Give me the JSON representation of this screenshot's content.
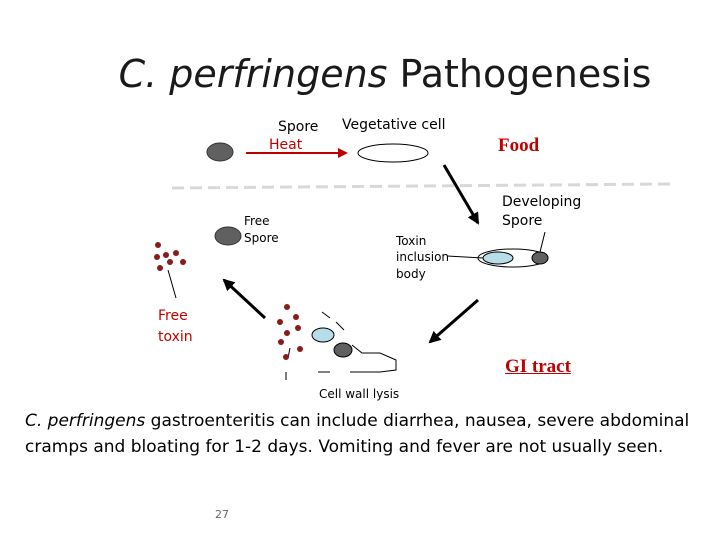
{
  "slide": {
    "title_italic": "C. perfringens",
    "title_rest": " Pathogenesis",
    "page_number": "27"
  },
  "diagram": {
    "spore": "Spore",
    "heat": "Heat",
    "vegetative_cell": "Vegetative cell",
    "food": "Food",
    "free_spore_line1": "Free",
    "free_spore_line2": "Spore",
    "developing_line1": "Developing",
    "developing_line2": "Spore",
    "toxin_line1": "Toxin",
    "toxin_line2": "inclusion",
    "toxin_line3": "body",
    "free_toxin_line1": "Free",
    "free_toxin_line2": "toxin",
    "gi_tract": "GI tract",
    "cell_wall_lysis": "Cell wall lysis",
    "colors": {
      "spore_fill": "#606060",
      "toxin_dot": "#8b1a1a",
      "inclusion_fill": "#b7dee8",
      "label_red": "#c00000",
      "dash_line": "#d8d8d8"
    }
  },
  "caption": {
    "italic": "C. perfringens",
    "text": " gastroenteritis can include diarrhea, nausea, severe abdominal cramps and bloating for 1-2 days.  Vomiting and fever are not usually seen."
  }
}
